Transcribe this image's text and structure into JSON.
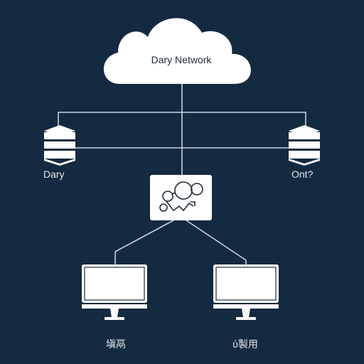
{
  "cloud": {
    "label": "Dary Network",
    "icon": "cloud-icon"
  },
  "servers": {
    "left": {
      "label": "Dary",
      "icon": "server-stack-icon"
    },
    "right": {
      "label": "Ont?",
      "icon": "server-stack-icon"
    }
  },
  "hub": {
    "icon": "network-hub-icon"
  },
  "clients": {
    "left": {
      "label": "塡鬲",
      "icon": "monitor-icon"
    },
    "right": {
      "label": "ύ製用",
      "icon": "monitor-icon"
    }
  },
  "colors": {
    "background": "#142a40",
    "line": "#c9d2dc",
    "node": "#ffffff"
  }
}
